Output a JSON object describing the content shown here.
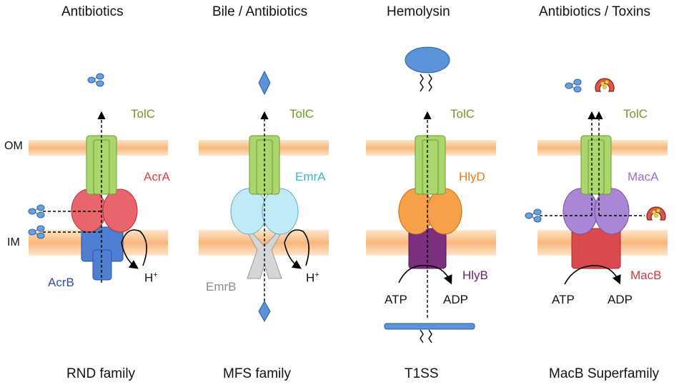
{
  "titles": [
    "Antibiotics",
    "Bile / Antibiotics",
    "Hemolysin",
    "Antibiotics / Toxins"
  ],
  "families": [
    "RND family",
    "MFS family",
    "T1SS",
    "MacB Superfamily"
  ],
  "membranes": {
    "outer": "OM",
    "inner": "IM"
  },
  "proteins": {
    "rnd": {
      "channel": "TolC",
      "adaptor": "AcrA",
      "transporter": "AcrB",
      "ion": "H",
      "ion_charge": "+"
    },
    "mfs": {
      "channel": "TolC",
      "adaptor": "EmrA",
      "transporter": "EmrB",
      "ion": "H",
      "ion_charge": "+"
    },
    "t1ss": {
      "channel": "TolC",
      "adaptor": "HlyD",
      "transporter": "HlyB",
      "atp": "ATP",
      "adp": "ADP"
    },
    "macb": {
      "channel": "TolC",
      "adaptor": "MacA",
      "transporter": "MacB",
      "atp": "ATP",
      "adp": "ADP"
    }
  },
  "colors": {
    "membrane": "#f7b77a",
    "tolc": "#a9d66f",
    "acra": "#e8656b",
    "acrb": "#4f7fd0",
    "emra": "#bfeaf6",
    "emrb": "#d0d0d0",
    "hlyd": "#f6a04a",
    "hlyb": "#7b2f7e",
    "maca": "#a987d4",
    "macb": "#d94a4f",
    "substrate": "#6aa0dc",
    "toxin": "#c0392b",
    "label_tolc": "#6e9a2a",
    "label_acra": "#d9434a",
    "label_acrb": "#2b4fa3",
    "label_emra": "#3fb3cc",
    "label_emrb": "#8a8a8a",
    "label_hlyd": "#e37d23",
    "label_hlyb": "#6b1f6e",
    "label_maca": "#9b70cc",
    "label_macb": "#cc3a40"
  },
  "icons": [
    "drug-cluster-icon",
    "diamond-substrate-icon",
    "hemolysin-icon",
    "toxin-icon"
  ]
}
